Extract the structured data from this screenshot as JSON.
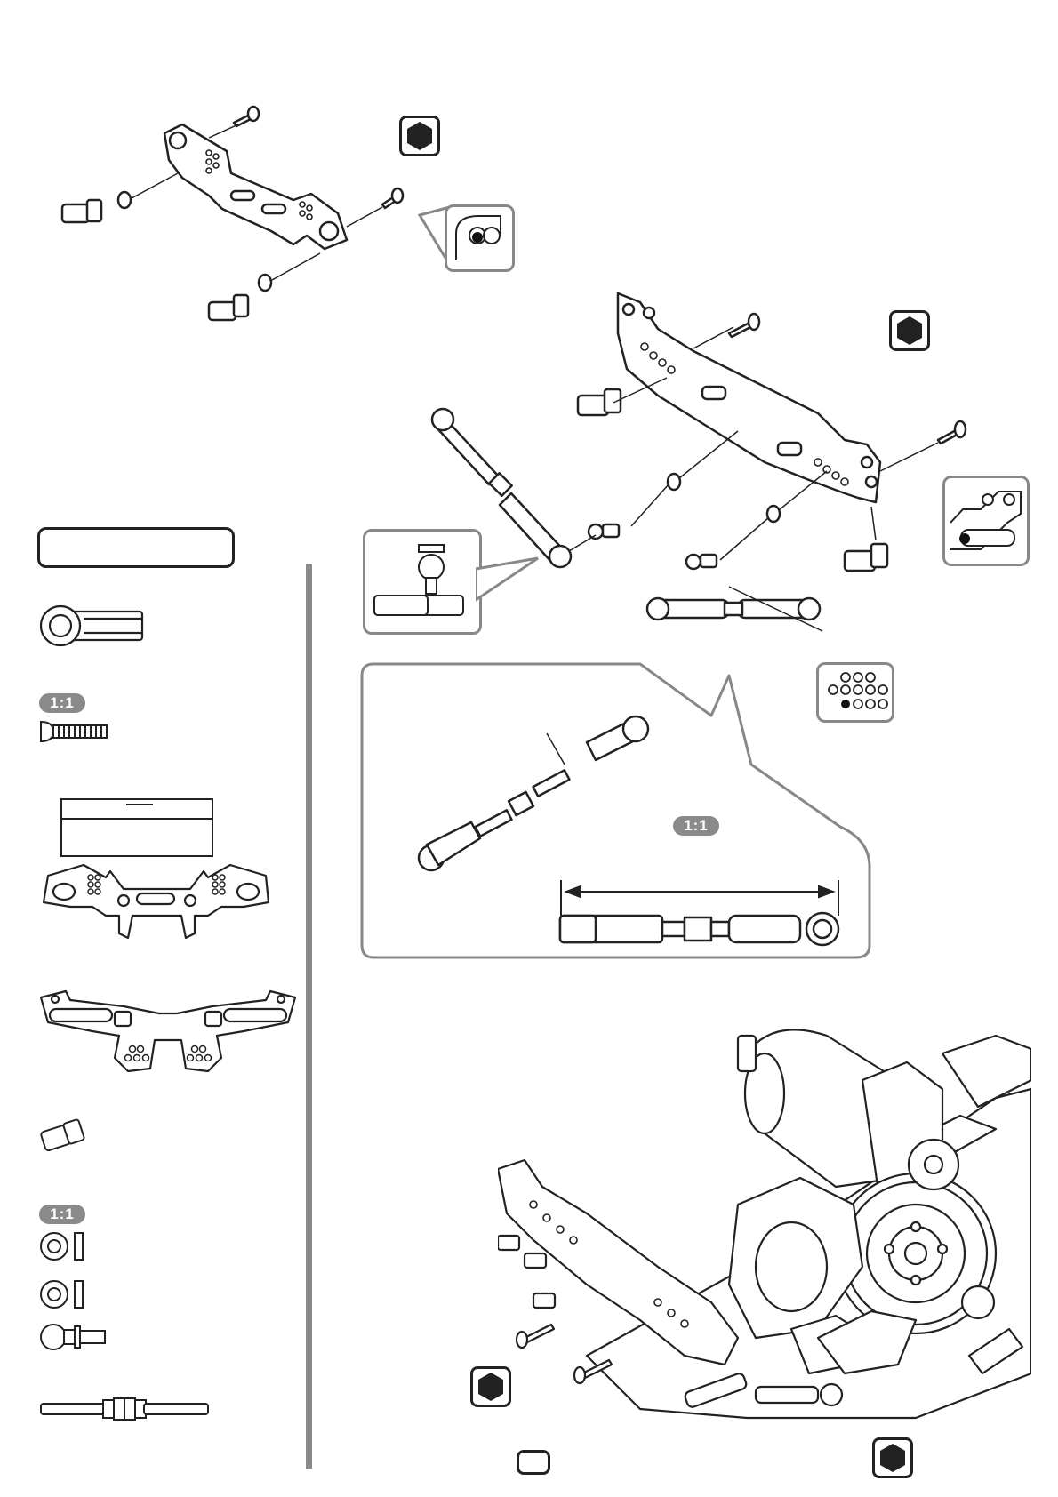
{
  "scale_badges": [
    "1:1",
    "1:1",
    "1:1"
  ],
  "icons": {
    "hex_wrench": "hexagon-icon",
    "hole_position": "hole-diagram-icon"
  },
  "colors": {
    "line": "#222222",
    "callout": "#888888",
    "badge": "#8a8a8a"
  }
}
